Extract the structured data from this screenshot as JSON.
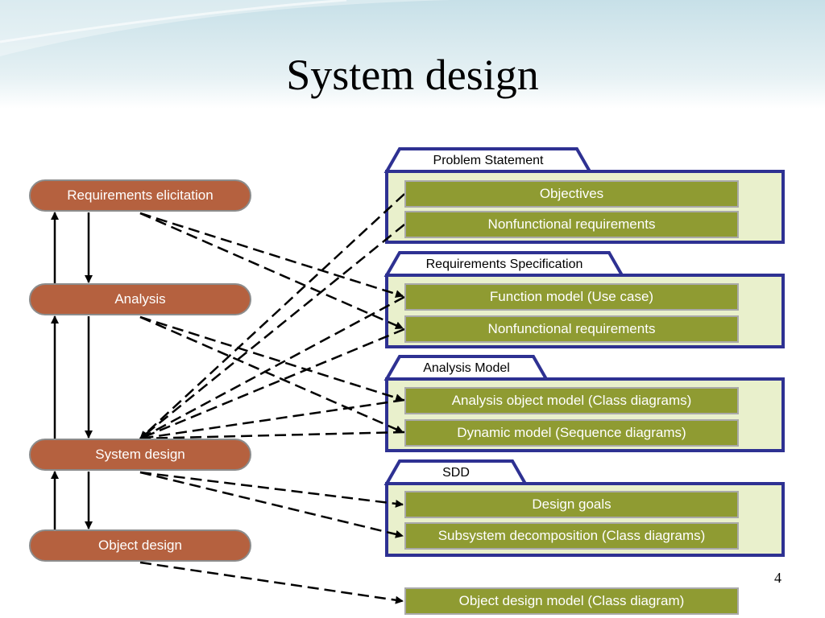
{
  "slide": {
    "title": "System design",
    "page_number": "4"
  },
  "stages": [
    "Requirements elicitation",
    "Analysis",
    "System design",
    "Object design"
  ],
  "groups": [
    {
      "tab": "Problem Statement",
      "items": [
        "Objectives",
        "Nonfunctional requirements"
      ]
    },
    {
      "tab": "Requirements Specification",
      "items": [
        "Function model (Use case)",
        "Nonfunctional requirements"
      ]
    },
    {
      "tab": "Analysis Model",
      "items": [
        "Analysis object model (Class diagrams)",
        "Dynamic model (Sequence diagrams)"
      ]
    },
    {
      "tab": "SDD",
      "items": [
        "Design goals",
        "Subsystem decomposition (Class diagrams)"
      ]
    }
  ],
  "standalone_item": "Object design model (Class diagram)",
  "colors": {
    "stage_fill": "#b5613f",
    "item_fill": "#8f9b32",
    "group_fill": "#e9f0cc",
    "group_border": "#2e3192"
  }
}
